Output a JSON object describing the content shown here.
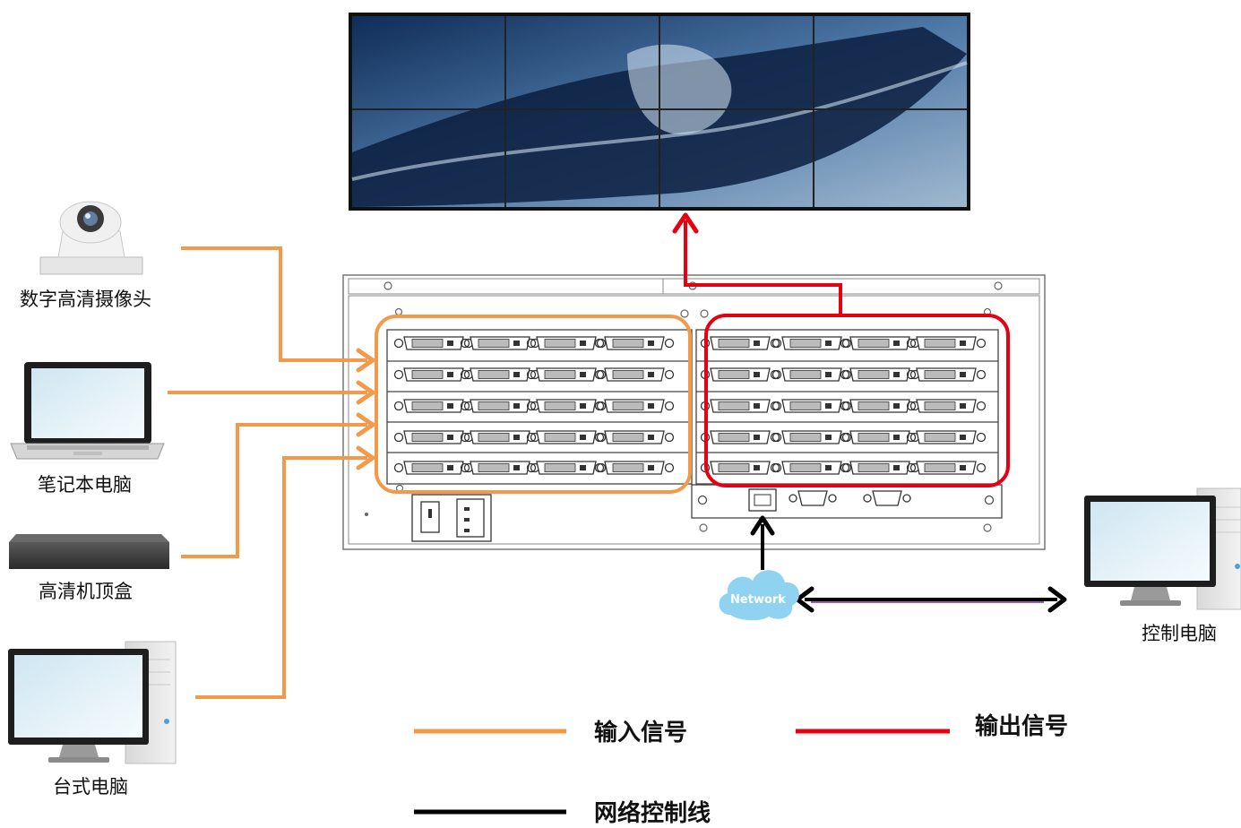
{
  "devices": {
    "camera": "数字高清摄像头",
    "laptop": "笔记本电脑",
    "set_top_box": "高清机顶盒",
    "desktop_pc": "台式电脑",
    "control_pc": "控制电脑"
  },
  "network_cloud": "Network",
  "legend": {
    "input": "输入信号",
    "output": "输出信号",
    "control": "网络控制线"
  },
  "colors": {
    "input": "#F39A4A",
    "output": "#E50012",
    "control": "#000000",
    "cloud": "#8FD3F0"
  },
  "icons": [
    "camera-icon",
    "laptop-icon",
    "set-top-box-icon",
    "desktop-pc-icon",
    "control-pc-icon",
    "video-wall-icon",
    "matrix-switcher-icon",
    "network-cloud-icon"
  ]
}
